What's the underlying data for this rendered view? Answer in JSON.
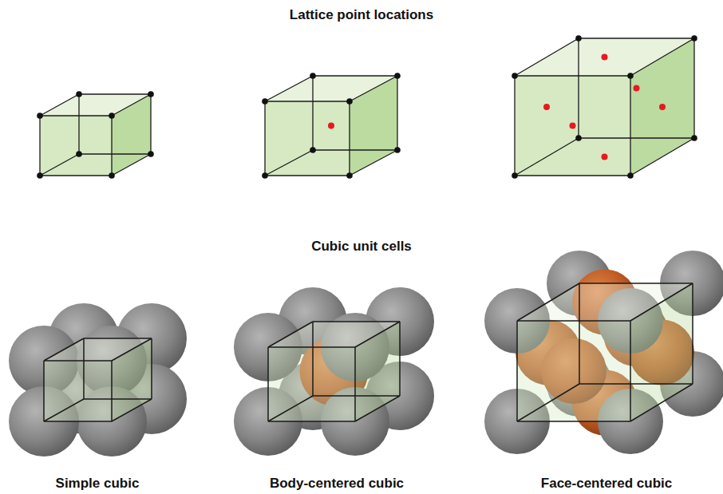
{
  "diagram": {
    "labels": [
      "Lattice point locations",
      "Cubic unit cells",
      "Simple cubic",
      "Body-centered cubic",
      "Face-centered cubic"
    ]
  }
}
